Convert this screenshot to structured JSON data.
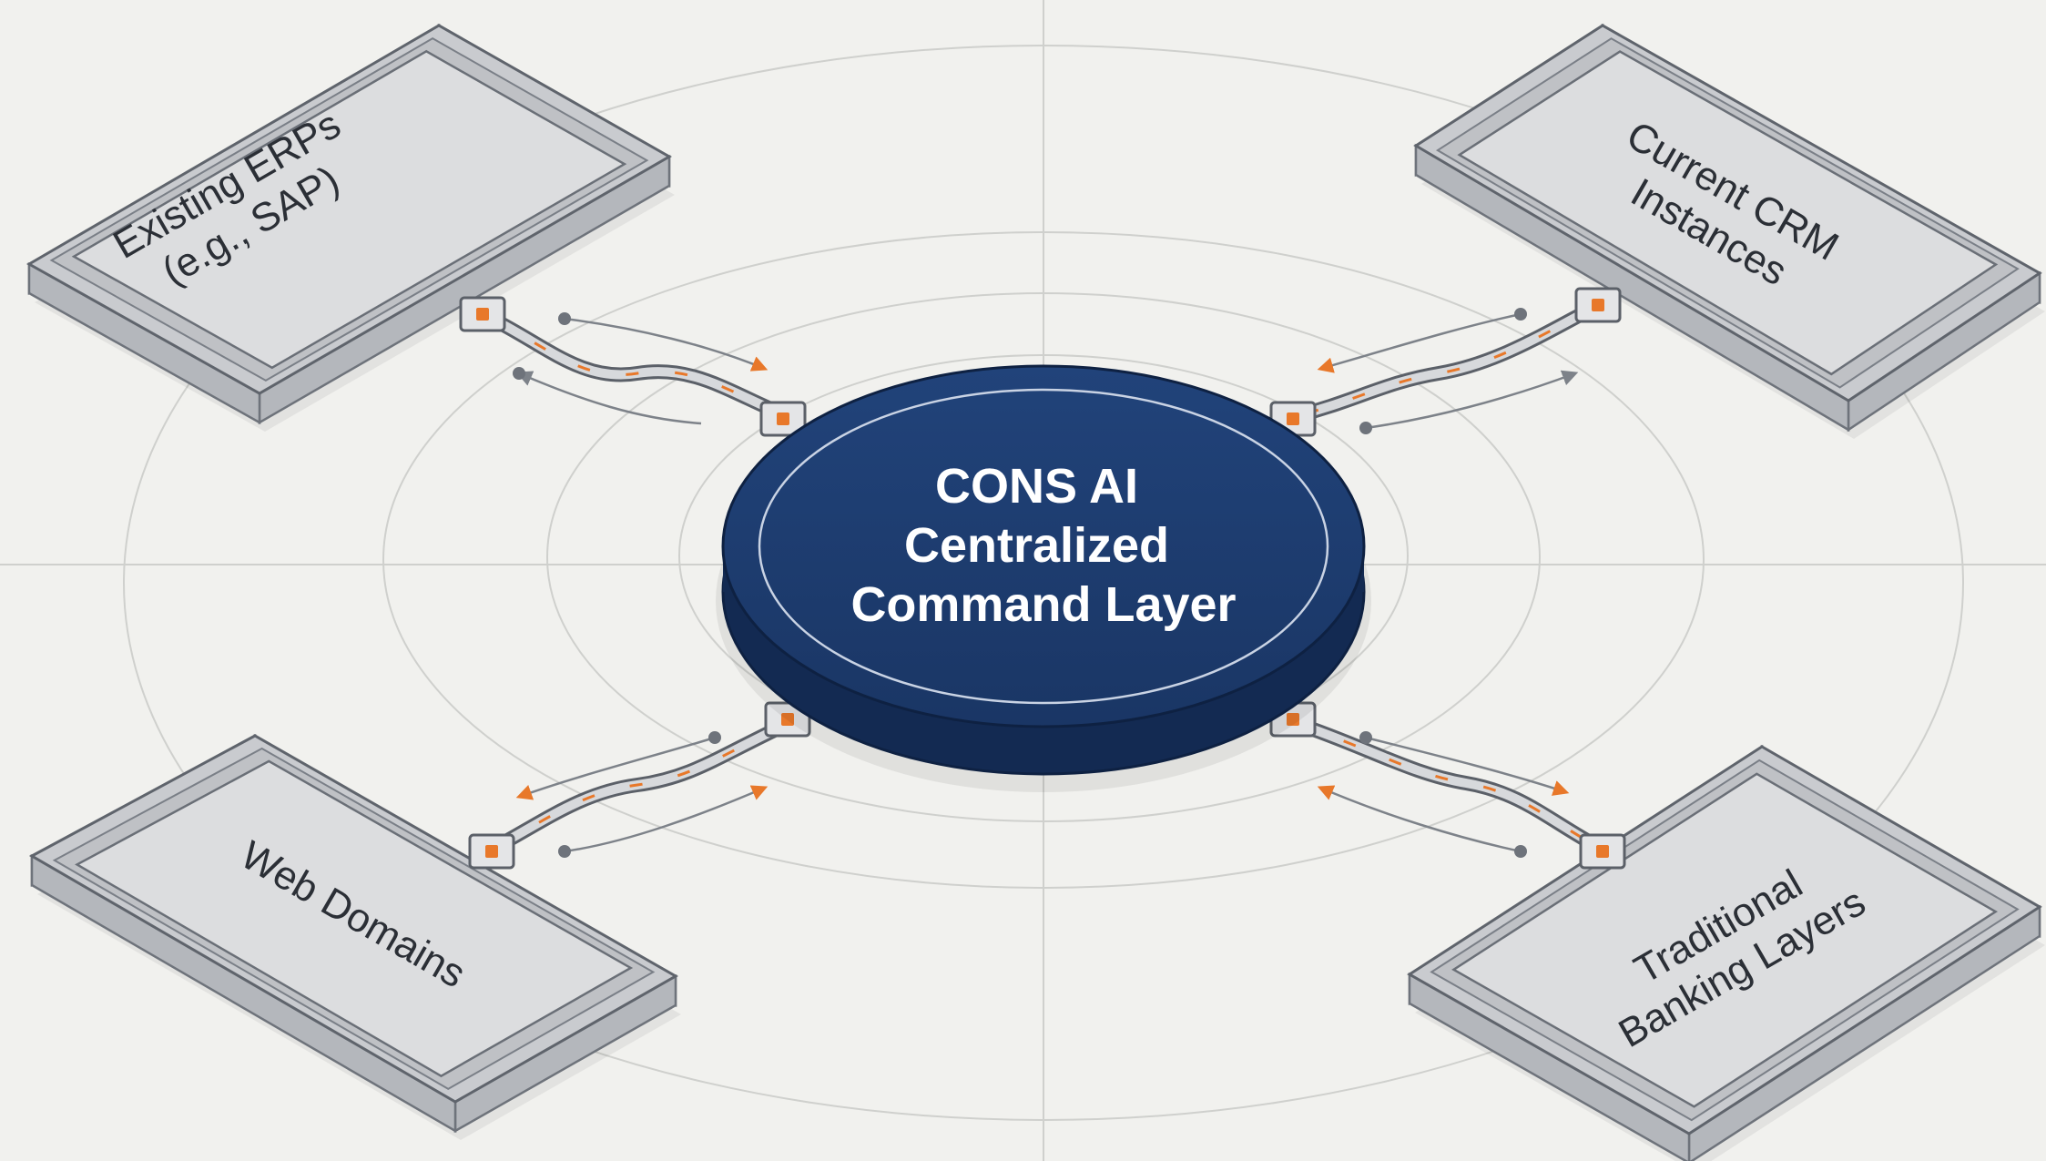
{
  "hub": {
    "lines": [
      "CONS AI",
      "Centralized",
      "Command Layer"
    ]
  },
  "panels": [
    {
      "id": "erp",
      "lines": [
        "Existing ERPs",
        "(e.g., SAP)"
      ]
    },
    {
      "id": "crm",
      "lines": [
        "Current CRM",
        "Instances"
      ]
    },
    {
      "id": "web",
      "lines": [
        "Web Domains"
      ]
    },
    {
      "id": "banking",
      "lines": [
        "Traditional",
        "Banking Layers"
      ]
    }
  ],
  "colors": {
    "background": "#f1f1ee",
    "hub": "#1e3a6b",
    "hub_side": "#132a52",
    "panel_face": "#dcdddf",
    "panel_frame": "#c4c6ca",
    "accent": "#e8782a",
    "arrow": "#8a8e95"
  }
}
